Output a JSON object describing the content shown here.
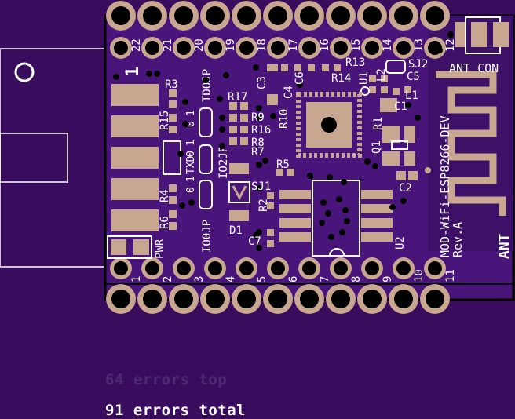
{
  "board": {
    "name": "MOD-WiFi-ESP8266-DEV",
    "revision": "Rev.A",
    "antenna_label": "ANT",
    "antenna_connector_label": "ANT_CON",
    "pwr_label": "PWR",
    "pin_one_marker": "1"
  },
  "header_top": {
    "pins": [
      "22",
      "21",
      "20",
      "19",
      "18",
      "17",
      "16",
      "15",
      "14",
      "13",
      "12"
    ]
  },
  "header_bottom": {
    "pins": [
      "1",
      "2",
      "3",
      "4",
      "5",
      "6",
      "7",
      "8",
      "9",
      "10",
      "11"
    ]
  },
  "components": [
    {
      "ref": "R3"
    },
    {
      "ref": "R15"
    },
    {
      "ref": "R4"
    },
    {
      "ref": "R6"
    },
    {
      "ref": "D1"
    },
    {
      "ref": "R17"
    },
    {
      "ref": "R9"
    },
    {
      "ref": "R16"
    },
    {
      "ref": "R8"
    },
    {
      "ref": "R7"
    },
    {
      "ref": "R10"
    },
    {
      "ref": "R5"
    },
    {
      "ref": "SJ1"
    },
    {
      "ref": "R2"
    },
    {
      "ref": "C7"
    },
    {
      "ref": "C3"
    },
    {
      "ref": "C6"
    },
    {
      "ref": "C4"
    },
    {
      "ref": "R14"
    },
    {
      "ref": "R13"
    },
    {
      "ref": "U1"
    },
    {
      "ref": "L2"
    },
    {
      "ref": "SJ2"
    },
    {
      "ref": "C5"
    },
    {
      "ref": "L1"
    },
    {
      "ref": "C1"
    },
    {
      "ref": "R1"
    },
    {
      "ref": "Q1"
    },
    {
      "ref": "C2"
    },
    {
      "ref": "U2"
    }
  ],
  "jumpers": {
    "tdo": "TDOJP",
    "io2": "IO2JP",
    "io0": "IO0JP",
    "txd": "TXD",
    "labels": [
      "1",
      "0",
      "1",
      "0",
      "1",
      "0"
    ]
  },
  "status": {
    "errors_top": "64 errors top",
    "errors_total": "91 errors total"
  },
  "colors": {
    "background": "#3a0c5e",
    "board": "#4a157a",
    "pad": "#c8a690",
    "silkscreen": "#ffffff",
    "outline": "#000000"
  }
}
